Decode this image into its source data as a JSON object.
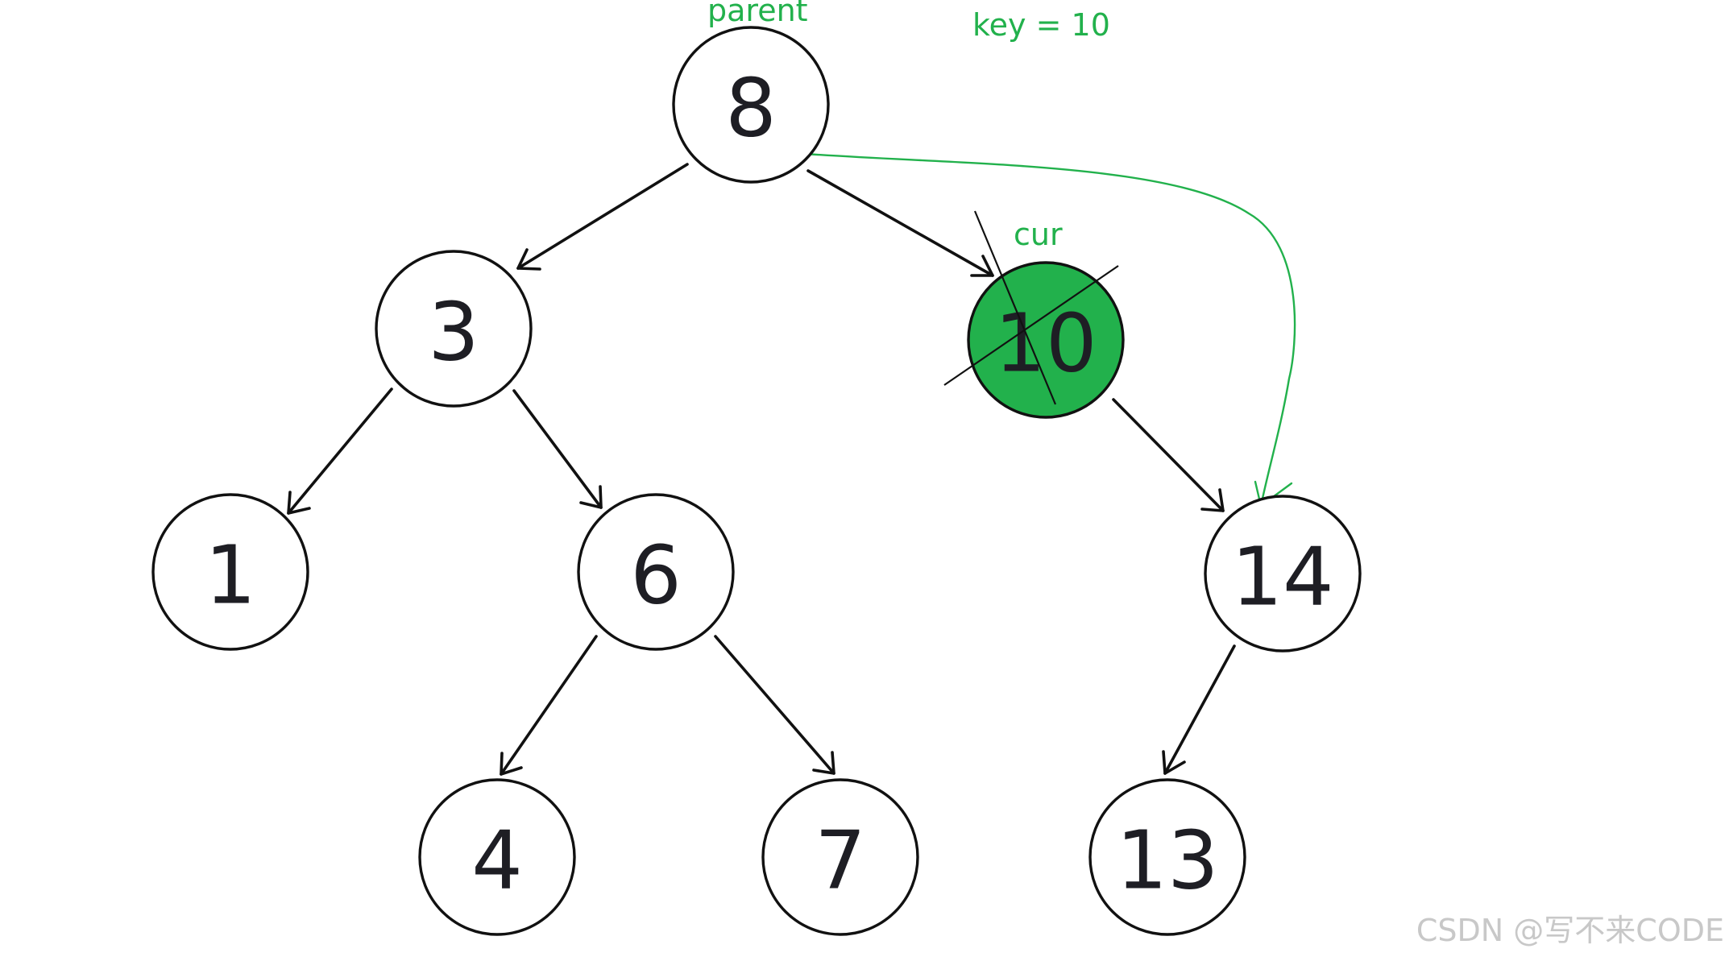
{
  "nodes": [
    {
      "id": "n8",
      "value": "8"
    },
    {
      "id": "n3",
      "value": "3"
    },
    {
      "id": "n10",
      "value": "10",
      "highlight": true
    },
    {
      "id": "n1",
      "value": "1"
    },
    {
      "id": "n6",
      "value": "6"
    },
    {
      "id": "n14",
      "value": "14"
    },
    {
      "id": "n4",
      "value": "4"
    },
    {
      "id": "n7",
      "value": "7"
    },
    {
      "id": "n13",
      "value": "13"
    }
  ],
  "edges": [
    {
      "from": "n8",
      "to": "n3"
    },
    {
      "from": "n8",
      "to": "n10"
    },
    {
      "from": "n3",
      "to": "n1"
    },
    {
      "from": "n3",
      "to": "n6"
    },
    {
      "from": "n10",
      "to": "n14"
    },
    {
      "from": "n6",
      "to": "n4"
    },
    {
      "from": "n6",
      "to": "n7"
    },
    {
      "from": "n14",
      "to": "n13"
    }
  ],
  "annotations": {
    "parent_label": "parent",
    "key_label": "key = 10",
    "cur_label": "cur"
  },
  "colors": {
    "highlight": "#22b14c",
    "annotation": "#22b14c",
    "stroke": "#111111"
  },
  "watermark": "CSDN @写不来CODE"
}
